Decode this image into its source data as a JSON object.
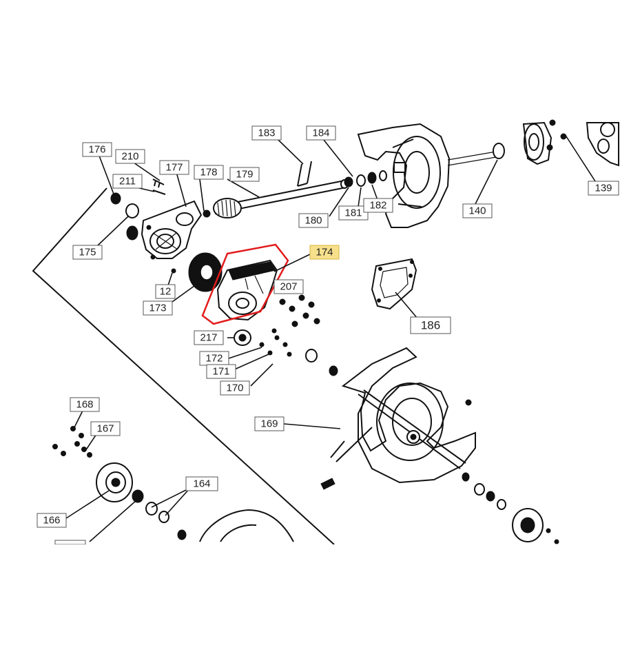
{
  "diagram": {
    "highlight_color": "#e21b1b",
    "label_highlight_color": "#f7e08c",
    "callouts": [
      {
        "id": "176",
        "text": "176"
      },
      {
        "id": "210",
        "text": "210"
      },
      {
        "id": "177",
        "text": "177"
      },
      {
        "id": "178",
        "text": "178"
      },
      {
        "id": "179",
        "text": "179"
      },
      {
        "id": "183",
        "text": "183"
      },
      {
        "id": "184",
        "text": "184"
      },
      {
        "id": "211",
        "text": "211"
      },
      {
        "id": "180",
        "text": "180"
      },
      {
        "id": "181",
        "text": "181"
      },
      {
        "id": "182",
        "text": "182"
      },
      {
        "id": "140",
        "text": "140"
      },
      {
        "id": "139",
        "text": "139"
      },
      {
        "id": "175",
        "text": "175"
      },
      {
        "id": "174",
        "text": "174",
        "highlighted": true
      },
      {
        "id": "12",
        "text": "12"
      },
      {
        "id": "207",
        "text": "207"
      },
      {
        "id": "173",
        "text": "173"
      },
      {
        "id": "186",
        "text": "186"
      },
      {
        "id": "217",
        "text": "217"
      },
      {
        "id": "172",
        "text": "172"
      },
      {
        "id": "171",
        "text": "171"
      },
      {
        "id": "170",
        "text": "170"
      },
      {
        "id": "168",
        "text": "168"
      },
      {
        "id": "169",
        "text": "169"
      },
      {
        "id": "167",
        "text": "167"
      },
      {
        "id": "164",
        "text": "164"
      },
      {
        "id": "166",
        "text": "166"
      }
    ]
  }
}
